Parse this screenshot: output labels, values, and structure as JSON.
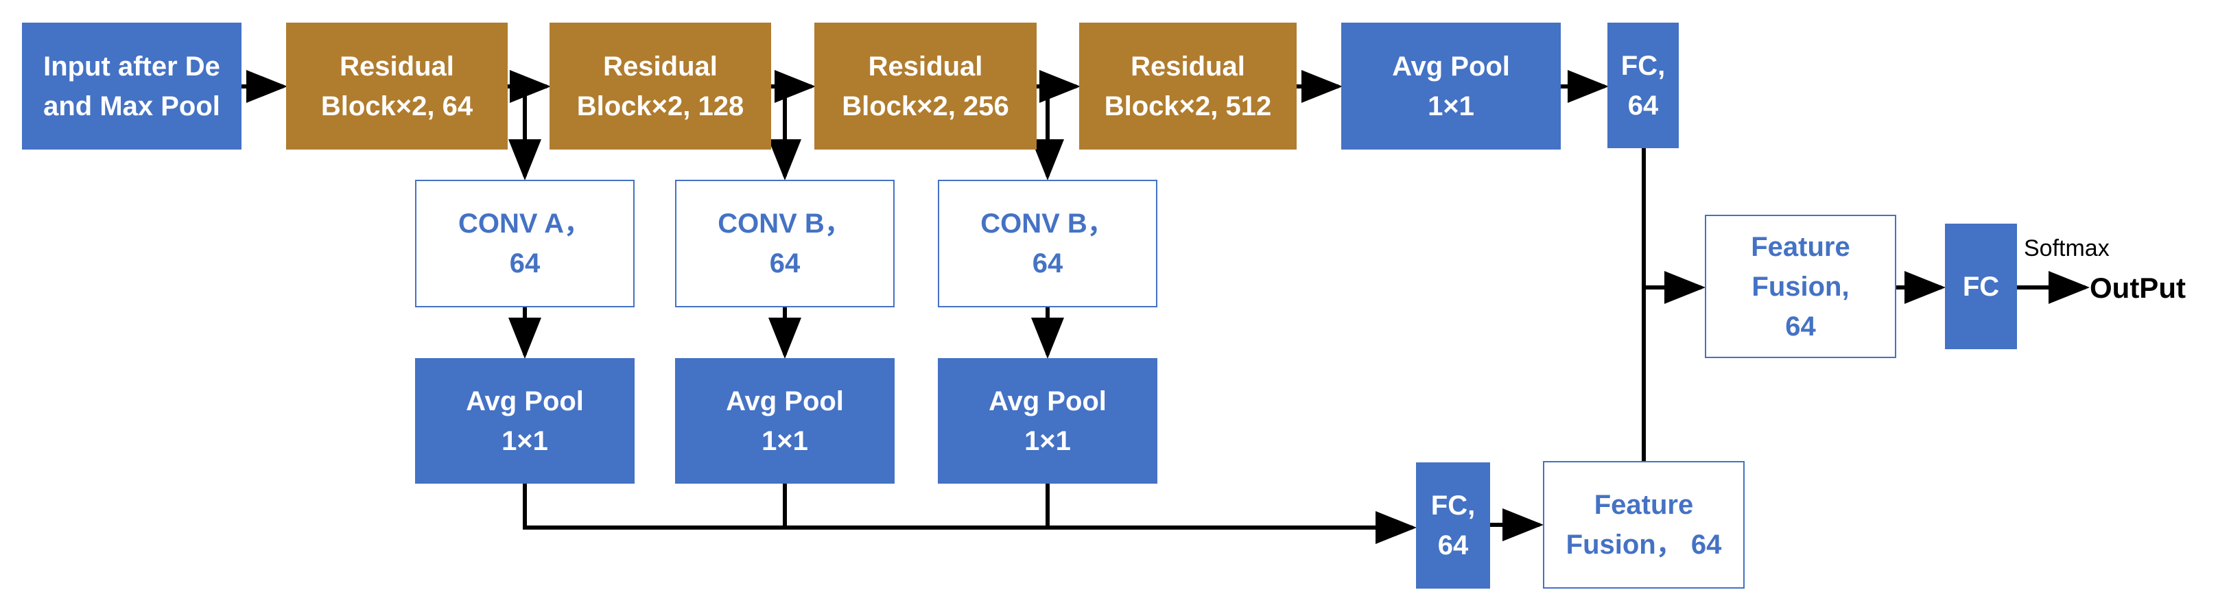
{
  "nodes": {
    "input": {
      "line1": "Input after De",
      "line2": "and Max Pool"
    },
    "res64": {
      "line1": "Residual",
      "line2": "Block×2, 64"
    },
    "res128": {
      "line1": "Residual",
      "line2": "Block×2, 128"
    },
    "res256": {
      "line1": "Residual",
      "line2": "Block×2, 256"
    },
    "res512": {
      "line1": "Residual",
      "line2": "Block×2, 512"
    },
    "avgpool_top": {
      "line1": "Avg Pool",
      "line2": "1×1"
    },
    "fc_top": {
      "line1": "FC,",
      "line2": "64"
    },
    "conv_a": {
      "line1": "CONV A，",
      "line2": "64"
    },
    "conv_b1": {
      "line1": "CONV B，",
      "line2": "64"
    },
    "conv_b2": {
      "line1": "CONV B，",
      "line2": "64"
    },
    "avgpool_1": {
      "line1": "Avg Pool",
      "line2": "1×1"
    },
    "avgpool_2": {
      "line1": "Avg Pool",
      "line2": "1×1"
    },
    "avgpool_3": {
      "line1": "Avg Pool",
      "line2": "1×1"
    },
    "fc_bottom": {
      "line1": "FC,",
      "line2": "64"
    },
    "fusion_bottom": {
      "line1": "Feature",
      "line2": "Fusion， 64"
    },
    "fusion_top": {
      "line1": "Feature",
      "line2": "Fusion,",
      "line3": "64"
    },
    "fc_final": {
      "label": "FC"
    }
  },
  "labels": {
    "softmax": "Softmax",
    "output": "OutPut"
  },
  "colors": {
    "blue": "#4472c4",
    "brown": "#b07c2e",
    "light_fill": "#ffffff",
    "arrow": "#000000"
  }
}
